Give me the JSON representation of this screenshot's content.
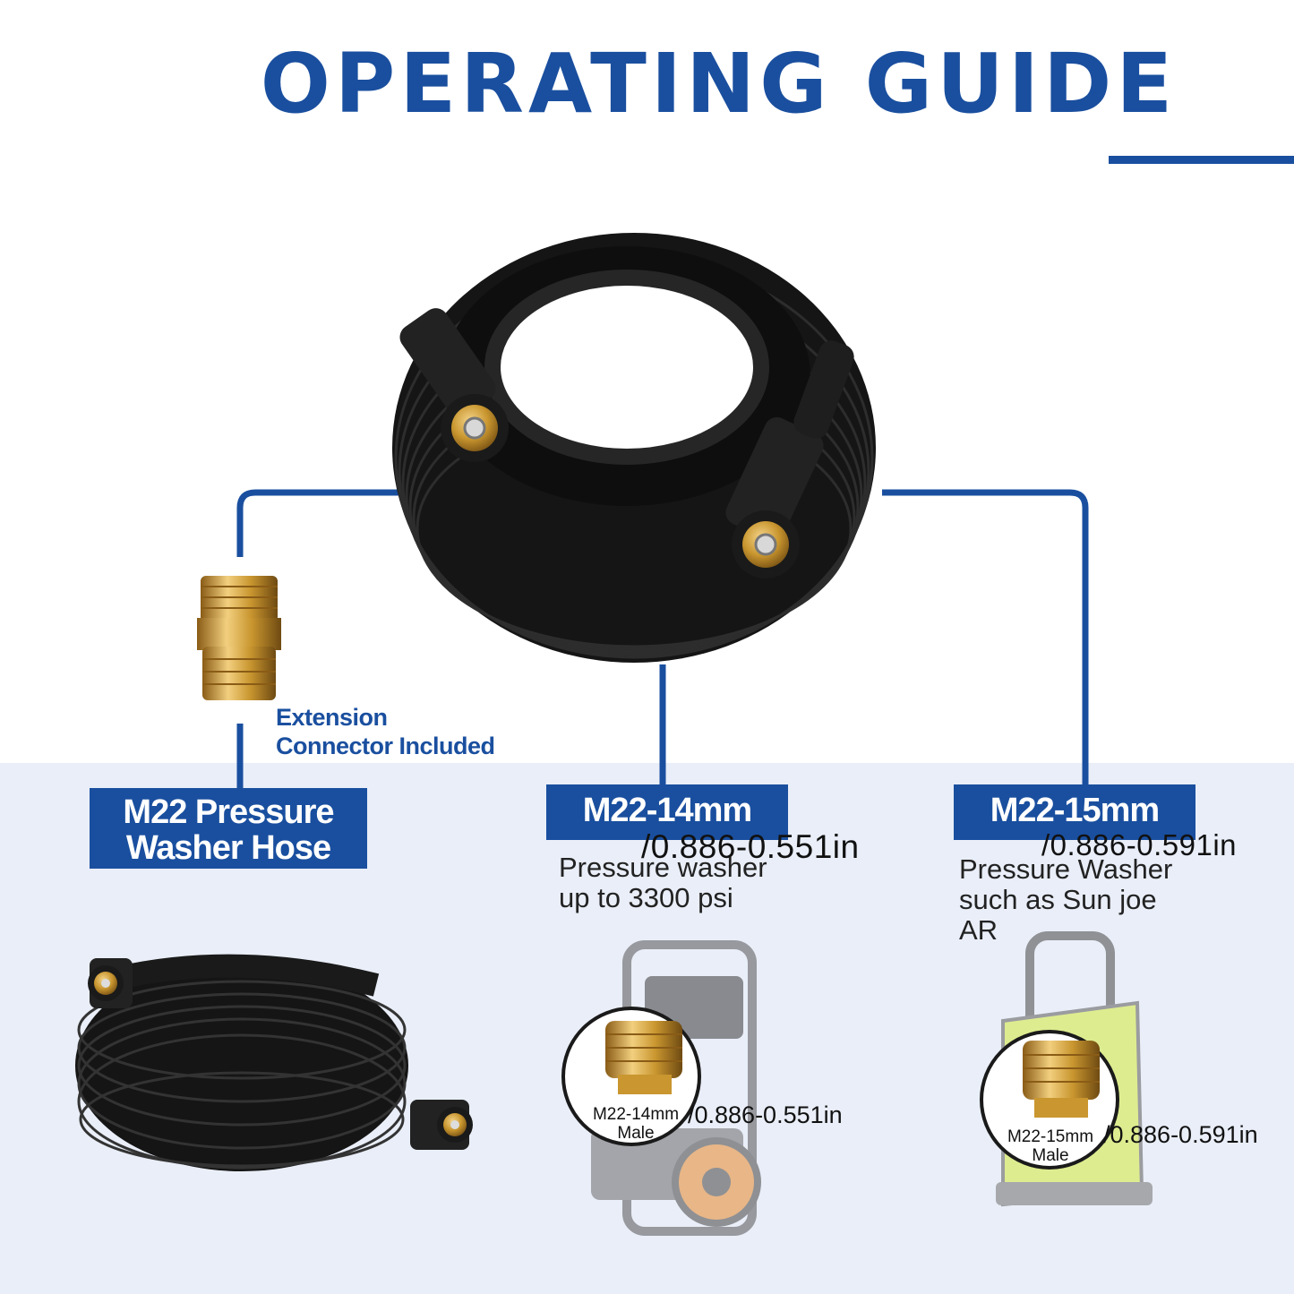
{
  "title": "OPERATING GUIDE",
  "extension_connector": {
    "line1": "Extension",
    "line2": "Connector Included"
  },
  "hose_label": {
    "line1": "M22 Pressure",
    "line2": "Washer Hose"
  },
  "spec_14mm": {
    "label": "M22-14mm",
    "dimension": "/0.886-0.551in",
    "description_line1": "Pressure washer",
    "description_line2": "up to 3300 psi",
    "male_line1": "M22-14mm",
    "male_line2": "Male",
    "male_dimension": "/0.886-0.551in"
  },
  "spec_15mm": {
    "label": "M22-15mm",
    "dimension": "/0.886-0.591in",
    "description_line1": "Pressure Washer",
    "description_line2": "such as Sun joe",
    "description_line3": "AR",
    "male_line1": "M22-15mm",
    "male_line2": "Male",
    "male_dimension": "/0.886-0.591in"
  },
  "colors": {
    "brand_blue": "#1a4f9f",
    "panel_bg": "#e9eef8",
    "brass": "#c9962f",
    "hose_black": "#1c1c1c"
  }
}
